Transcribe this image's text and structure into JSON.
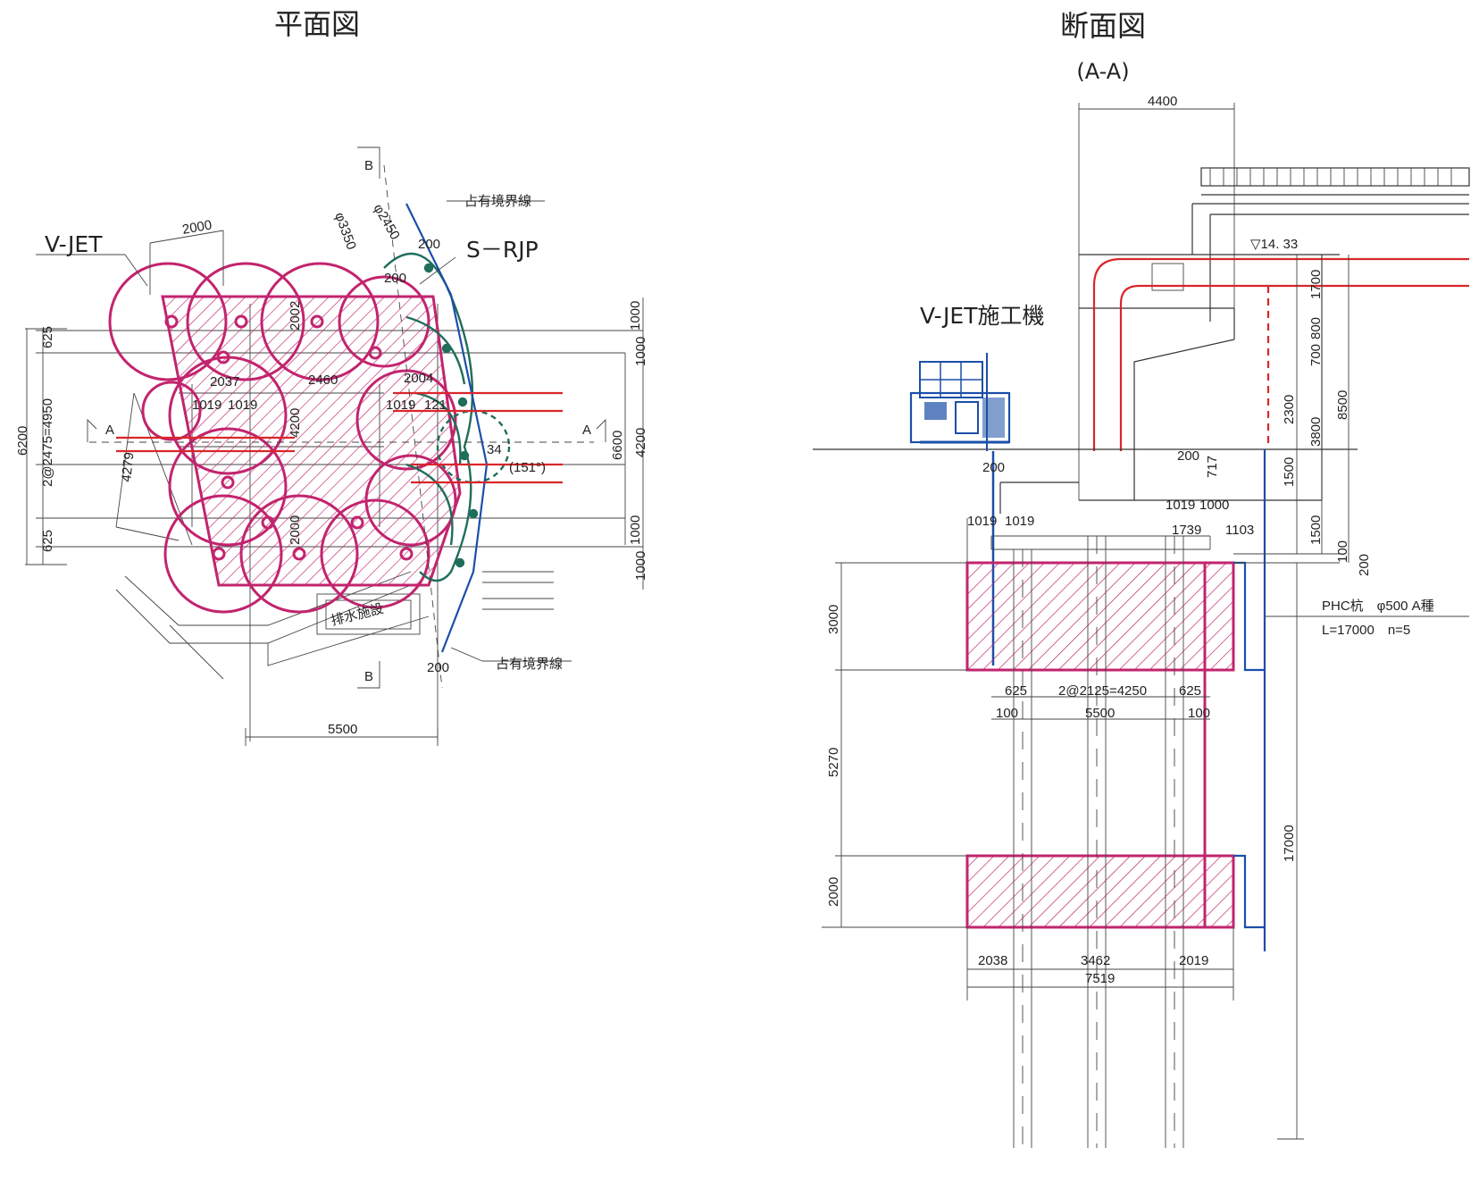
{
  "plan": {
    "title": "平面図",
    "callout_vjet": "V-JET",
    "callout_srjp": "S－RJP",
    "section_marks": {
      "a_left": "A",
      "a_right": "A",
      "b_top": "B",
      "b_bottom": "B"
    },
    "labels": {
      "boundary_top": "占有境界線",
      "boundary_bottom": "占有境界線",
      "drainage": "排水施設",
      "phi2450": "φ2450",
      "phi3350": "φ3350",
      "angle": "(151°)",
      "d34": "34"
    },
    "dims": {
      "d2000": "2000",
      "d200a": "200",
      "d200b": "200",
      "d200c": "200",
      "d1000a": "1000",
      "d1000b": "1000",
      "d1000c": "1000",
      "d1000d": "1000",
      "d6600": "6600",
      "d4200": "4200",
      "d6200": "6200",
      "d625a": "625",
      "d625b": "625",
      "d2475": "2@2475=4950",
      "d4279": "4279",
      "d5500": "5500",
      "d2037": "2037",
      "d2460": "2460",
      "d2004": "2004",
      "d1019a": "1019",
      "d1019b": "1019",
      "d1019c": "1019",
      "d121": "121",
      "d2002": "2002",
      "d4200v": "4200",
      "d2000v": "2000"
    }
  },
  "section": {
    "title": "断面図",
    "subtitle": "(A-A)",
    "callout_machine": "V-JET施工機",
    "pile_spec_1": "PHC杭　φ500 A種",
    "pile_spec_2": "L=17000　n=5",
    "level": "▽14. 33",
    "dims": {
      "d4400": "4400",
      "d1700": "1700",
      "d800": "800",
      "d700": "700",
      "d2300": "2300",
      "d3800": "3800",
      "d8500": "8500",
      "d1500a": "1500",
      "d1500b": "1500",
      "d100": "100",
      "d200s": "200",
      "d200m": "200",
      "d200t": "200",
      "d717": "717",
      "d1019a": "1019",
      "d1019b": "1019",
      "d1019c": "1019",
      "d1000": "1000",
      "d1739": "1739",
      "d1103": "1103",
      "d3000": "3000",
      "d5270": "5270",
      "d2000": "2000",
      "d17000": "17000",
      "d625a": "625",
      "d625b": "625",
      "d2125": "2@2125=4250",
      "d100a": "100",
      "d100b": "100",
      "d5500": "5500",
      "d2038": "2038",
      "d3462": "3462",
      "d2019": "2019",
      "d7519": "7519"
    }
  },
  "colors": {
    "ground_improvement": "#c2246e",
    "sheet_pile": "#1b4fa8",
    "pipes": "#d9262b",
    "srjp": "#1f6e5a",
    "linework": "#333333"
  }
}
